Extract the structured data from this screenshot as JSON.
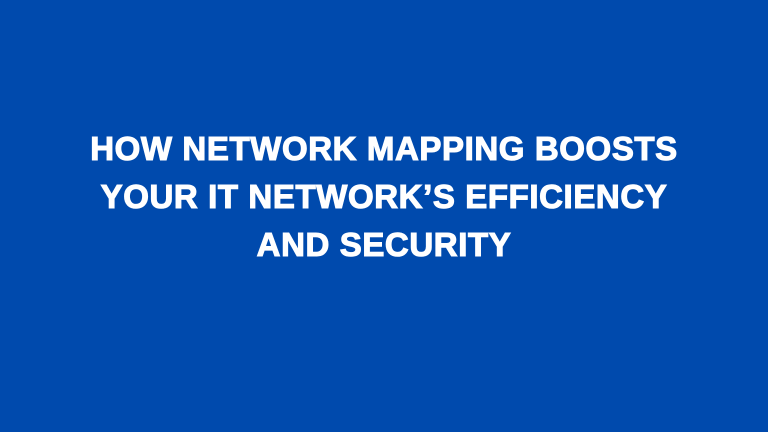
{
  "canvas": {
    "background_color": "#004AAD",
    "text_color": "#FFFFFF"
  },
  "headline": {
    "lines": [
      "HOW NETWORK MAPPING BOOSTS",
      "YOUR IT NETWORK’S EFFICIENCY",
      "AND SECURITY"
    ]
  }
}
